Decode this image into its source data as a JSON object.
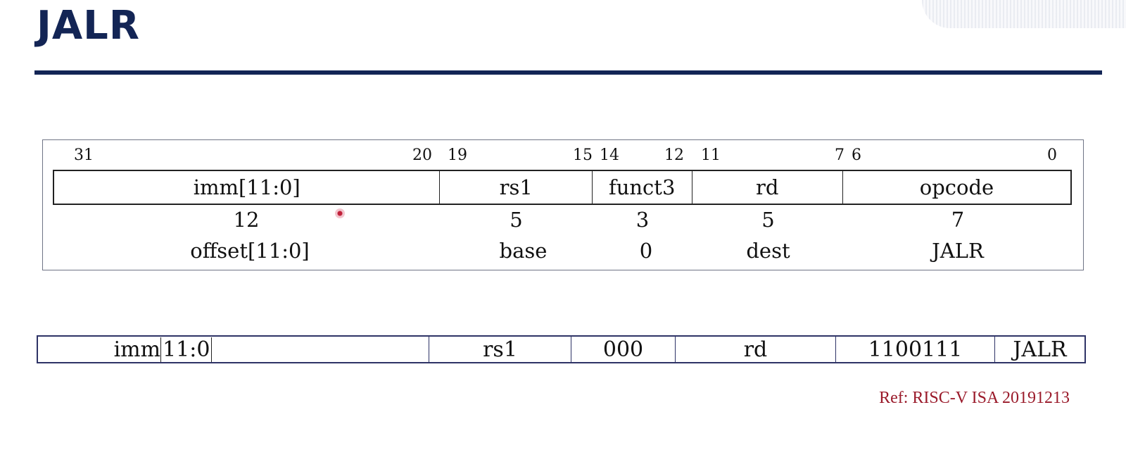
{
  "title": "JALR",
  "format": {
    "bit_labels": [
      "31",
      "20",
      "19",
      "15",
      "14",
      "12",
      "11",
      "7",
      "6",
      "0"
    ],
    "fields": [
      "imm[11:0]",
      "rs1",
      "funct3",
      "rd",
      "opcode"
    ],
    "widths": [
      "12",
      "5",
      "3",
      "5",
      "7"
    ],
    "meanings": [
      "offset[11:0]",
      "base",
      "0",
      "dest",
      "JALR"
    ]
  },
  "encoding": {
    "imm_prefix": "imm",
    "imm_range": "11:0",
    "cells": [
      "rs1",
      "000",
      "rd",
      "1100111",
      "JALR"
    ]
  },
  "reference": "Ref: RISC-V ISA 20191213"
}
